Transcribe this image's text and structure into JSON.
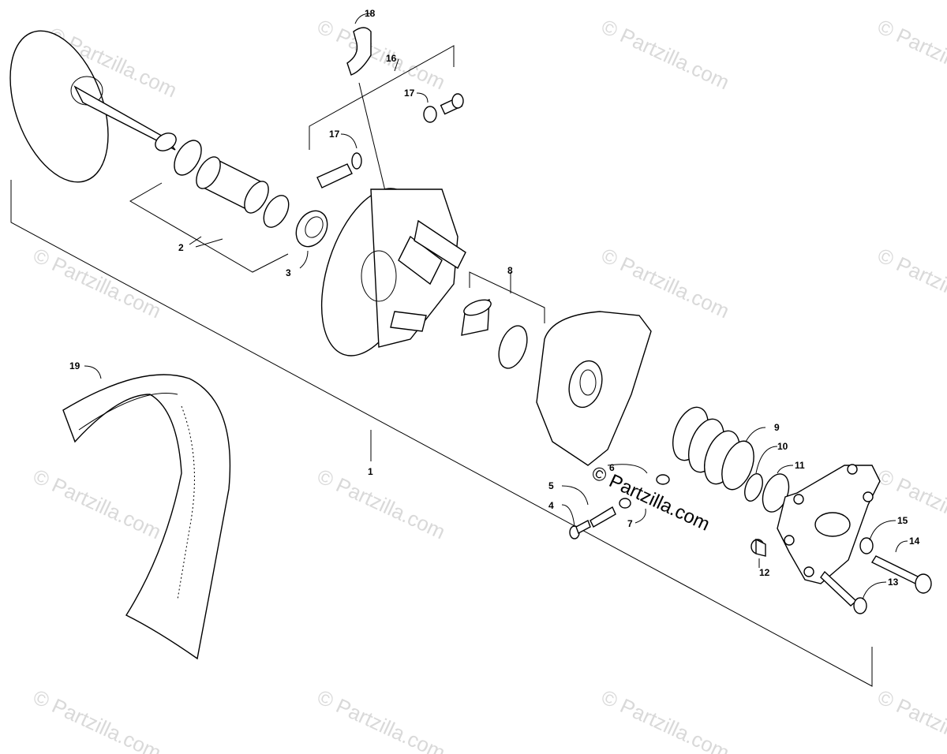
{
  "watermark": {
    "text": "© Partzilla.com",
    "center_text": "© Partzilla.com"
  },
  "callouts": [
    {
      "id": "1",
      "label": "1"
    },
    {
      "id": "2",
      "label": "2"
    },
    {
      "id": "3",
      "label": "3"
    },
    {
      "id": "4",
      "label": "4"
    },
    {
      "id": "5",
      "label": "5"
    },
    {
      "id": "6",
      "label": "6"
    },
    {
      "id": "7",
      "label": "7"
    },
    {
      "id": "8",
      "label": "8"
    },
    {
      "id": "9",
      "label": "9"
    },
    {
      "id": "10",
      "label": "10"
    },
    {
      "id": "11",
      "label": "11"
    },
    {
      "id": "12",
      "label": "12"
    },
    {
      "id": "13",
      "label": "13"
    },
    {
      "id": "14",
      "label": "14"
    },
    {
      "id": "15",
      "label": "15"
    },
    {
      "id": "16",
      "label": "16"
    },
    {
      "id": "17a",
      "label": "17"
    },
    {
      "id": "17b",
      "label": "17"
    },
    {
      "id": "18",
      "label": "18"
    },
    {
      "id": "19",
      "label": "19"
    }
  ]
}
